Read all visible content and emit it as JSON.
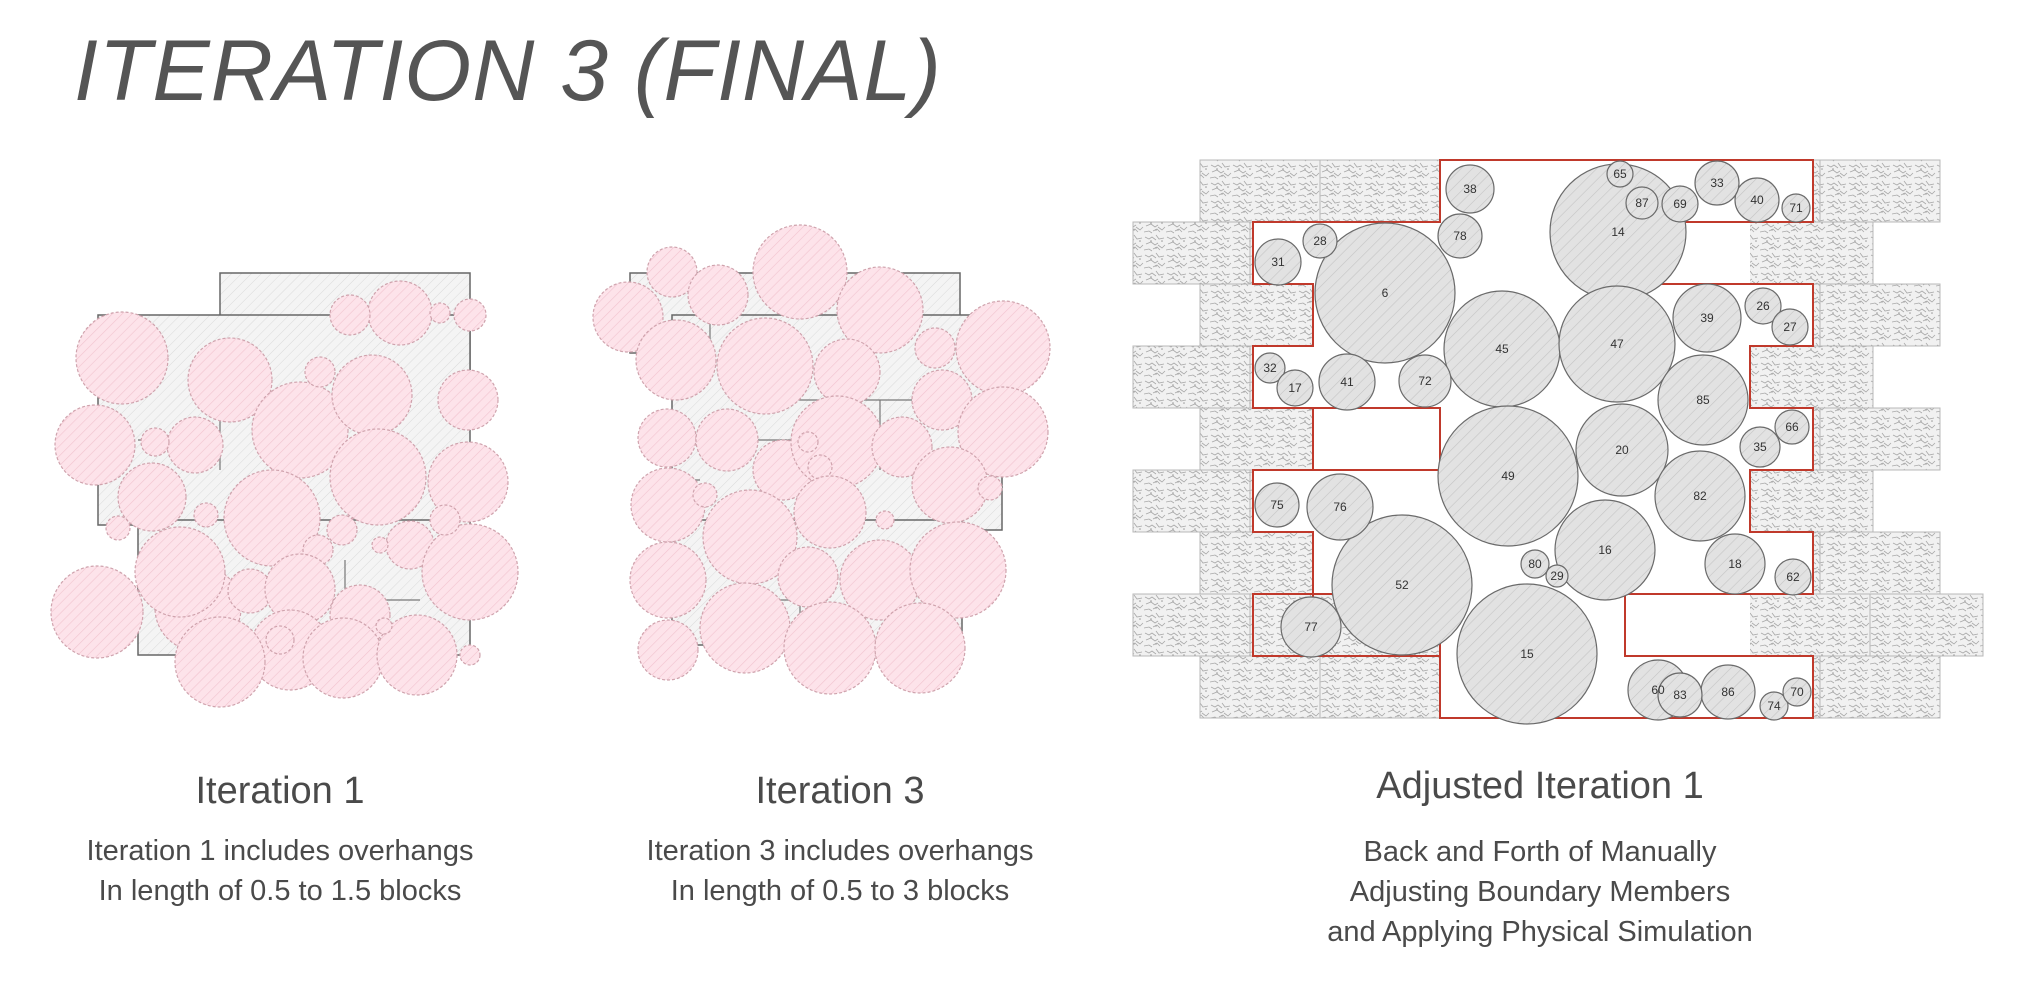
{
  "page": {
    "title": "ITERATION 3 (FINAL)"
  },
  "colors": {
    "bubble_fill": "#fde3ea",
    "bubble_stroke": "#cfa3ad",
    "outline": "#666666",
    "boundary_red": "#c0392b",
    "grey_circle": "#dedede",
    "text": "#4a4a4a"
  },
  "panels": [
    {
      "title": "Iteration 1",
      "lines": [
        "Iteration 1 includes overhangs",
        "In length of 0.5 to 1.5 blocks"
      ]
    },
    {
      "title": "Iteration 3",
      "lines": [
        "Iteration 3 includes overhangs",
        "In length of 0.5 to 3 blocks"
      ]
    },
    {
      "title": "Adjusted Iteration 1",
      "lines": [
        "Back and Forth of Manually",
        "Adjusting Boundary Members",
        "and Applying Physical Simulation"
      ]
    }
  ],
  "circle_labels": [
    "65",
    "38",
    "14",
    "87",
    "69",
    "33",
    "40",
    "71",
    "78",
    "28",
    "31",
    "6",
    "26",
    "39",
    "27",
    "45",
    "47",
    "32",
    "41",
    "72",
    "17",
    "85",
    "66",
    "35",
    "20",
    "49",
    "75",
    "76",
    "82",
    "80",
    "29",
    "16",
    "18",
    "62",
    "52",
    "77",
    "15",
    "60",
    "83",
    "86",
    "74",
    "70"
  ]
}
